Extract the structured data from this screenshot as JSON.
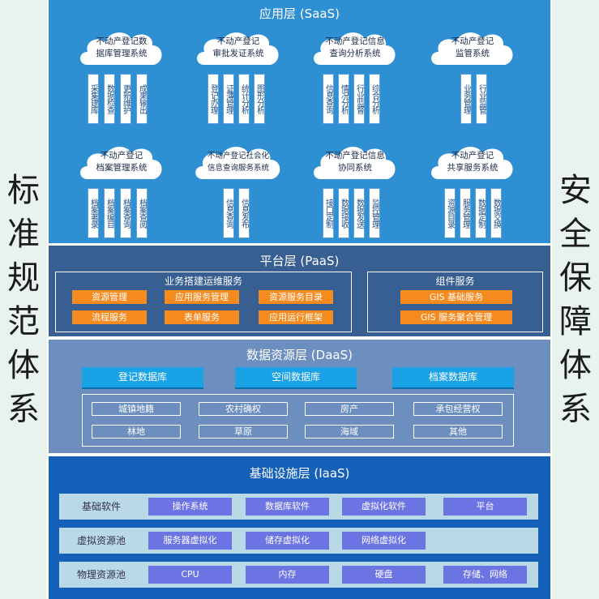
{
  "side_left": {
    "chars": [
      "标",
      "准",
      "规",
      "范",
      "体",
      "系"
    ]
  },
  "side_right": {
    "chars": [
      "安",
      "全",
      "保",
      "障",
      "体",
      "系"
    ]
  },
  "saas": {
    "title": "应用层 (SaaS)",
    "systems": [
      {
        "name": [
          "不动产登记数",
          "据库管理系统"
        ],
        "items": [
          "采集建库",
          "数据检查",
          "更新维护",
          "成果输出"
        ]
      },
      {
        "name": [
          "不动产登记",
          "审批发证系统"
        ],
        "items": [
          "登记办理",
          "证薄管理",
          "统计分析",
          "图形分析"
        ]
      },
      {
        "name": [
          "不动产登记信息",
          "查询分析系统"
        ],
        "items": [
          "信息查询",
          "情况分析",
          "行业监督",
          "综合分析"
        ]
      },
      {
        "name": [
          "不动产登记",
          "监管系统"
        ],
        "items": [
          "业务管理",
          "行业监管"
        ]
      },
      {
        "name": [
          "不动产登记",
          "档案管理系统"
        ],
        "items": [
          "档案著录",
          "档案编目",
          "档案查询",
          "档案查阅"
        ]
      },
      {
        "name": [
          "不动产登记社会化",
          "信息查询服务系统"
        ],
        "items": [
          "信息查询",
          "信息发布"
        ]
      },
      {
        "name": [
          "不动产登记信息",
          "协同系统"
        ],
        "items": [
          "接口定制",
          "数据接收",
          "数据发送",
          "监控管理"
        ]
      },
      {
        "name": [
          "不动产登记",
          "共享服务系统"
        ],
        "items": [
          "资源目录",
          "服务管理",
          "数据定制",
          "数据交换"
        ]
      }
    ]
  },
  "paas": {
    "title": "平台层 (PaaS)",
    "ops": {
      "title": "业务搭建运维服务",
      "items": [
        "资源管理",
        "应用服务管理",
        "资源服务目录",
        "流程服务",
        "表单服务",
        "应用运行框架"
      ]
    },
    "components": {
      "title": "组件服务",
      "items": [
        "GIS 基础服务",
        "GIS 服务聚合管理"
      ]
    }
  },
  "daas": {
    "title": "数据资源层 (DaaS)",
    "databases": [
      "登记数据库",
      "空间数据库",
      "档案数据库"
    ],
    "categories": [
      "城镇地籍",
      "农村确权",
      "房产",
      "承包经营权",
      "林地",
      "草原",
      "海域",
      "其他"
    ]
  },
  "iaas": {
    "title": "基础设施层 (IaaS)",
    "rows": [
      {
        "label": "基础软件",
        "items": [
          "操作系统",
          "数据库软件",
          "虚拟化软件",
          "平台"
        ]
      },
      {
        "label": "虚拟资源池",
        "items": [
          "服务器虚拟化",
          "储存虚拟化",
          "网络虚拟化"
        ]
      },
      {
        "label": "物理资源池",
        "items": [
          "CPU",
          "内存",
          "硬盘",
          "存储、网络"
        ]
      }
    ]
  },
  "colors": {
    "saas_bg": "#2f8fd3",
    "paas_bg": "#385f92",
    "daas_bg": "#6d8fbf",
    "iaas_bg": "#1560b8",
    "orange": "#f58a1f",
    "db_blue": "#1aa2e6",
    "purple": "#6b74e2",
    "side_bg": "#e8f3ee"
  }
}
